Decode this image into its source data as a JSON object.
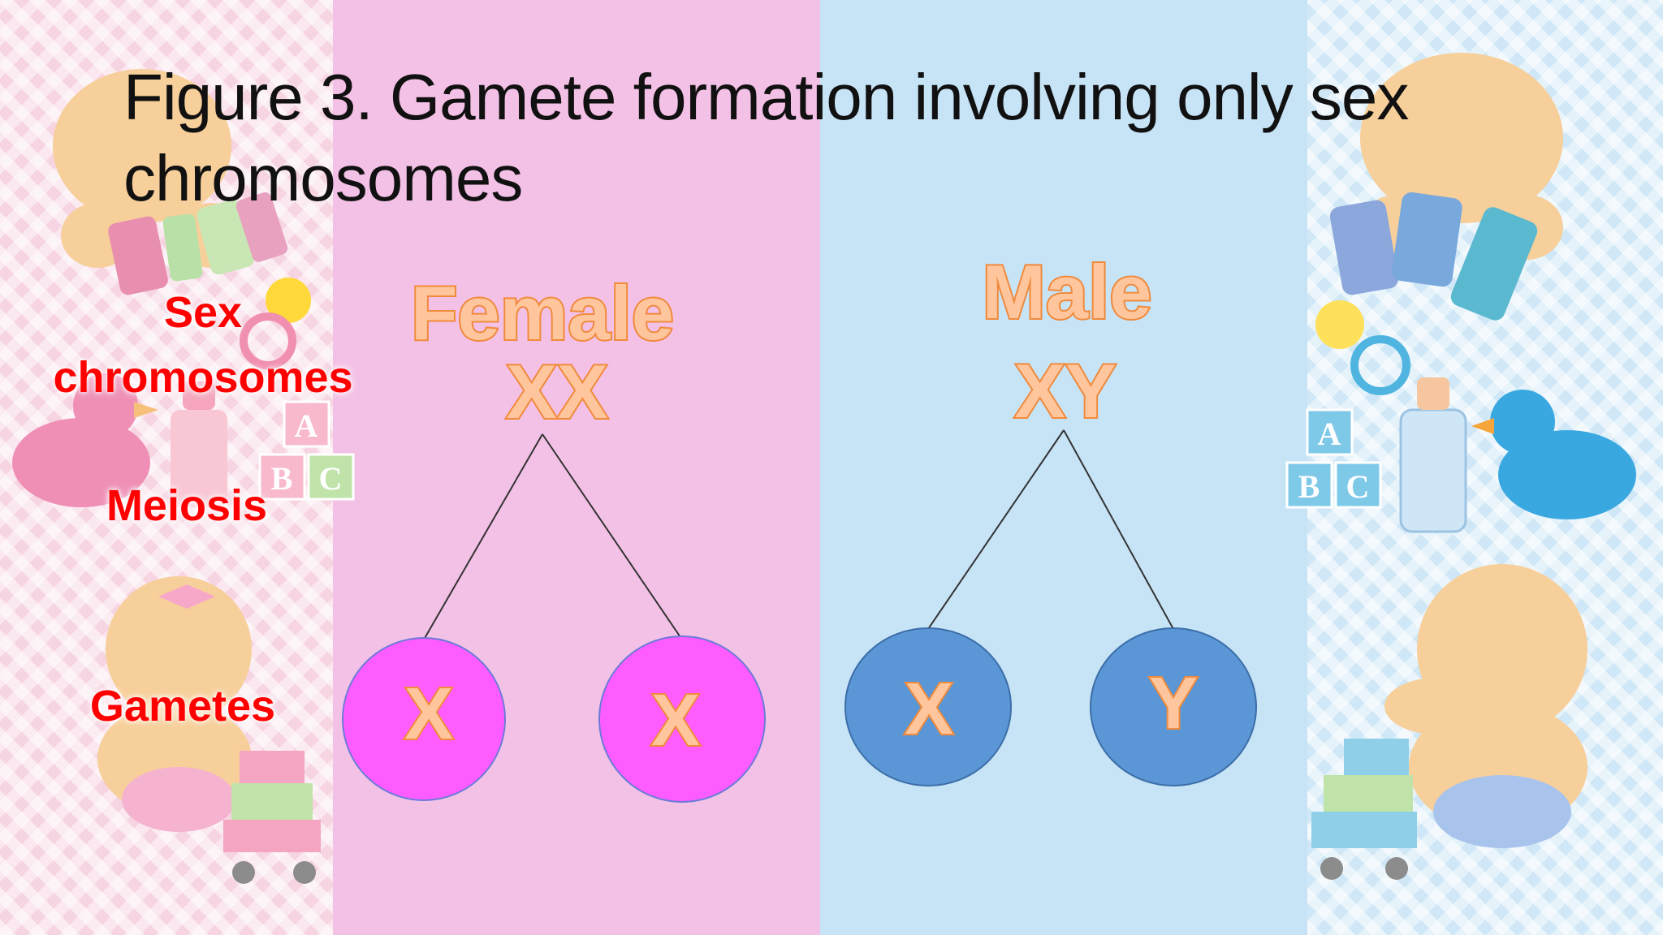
{
  "title": "Figure 3. Gamete formation involving only sex chromosomes",
  "row_labels": {
    "sex_chromosomes": "Sex chromosomes",
    "meiosis": "Meiosis",
    "gametes": "Gametes"
  },
  "female": {
    "label": "Female",
    "genotype": "XX",
    "gametes": [
      "X",
      "X"
    ]
  },
  "male": {
    "label": "Male",
    "genotype": "XY",
    "gametes": [
      "X",
      "Y"
    ]
  },
  "colors": {
    "female_gamete_fill": "#ff5cff",
    "male_gamete_fill": "#5b97d6",
    "row_label": "#ff0000",
    "outline_text_fill": "#ffc69d",
    "outline_text_stroke": "#f08a3c"
  }
}
